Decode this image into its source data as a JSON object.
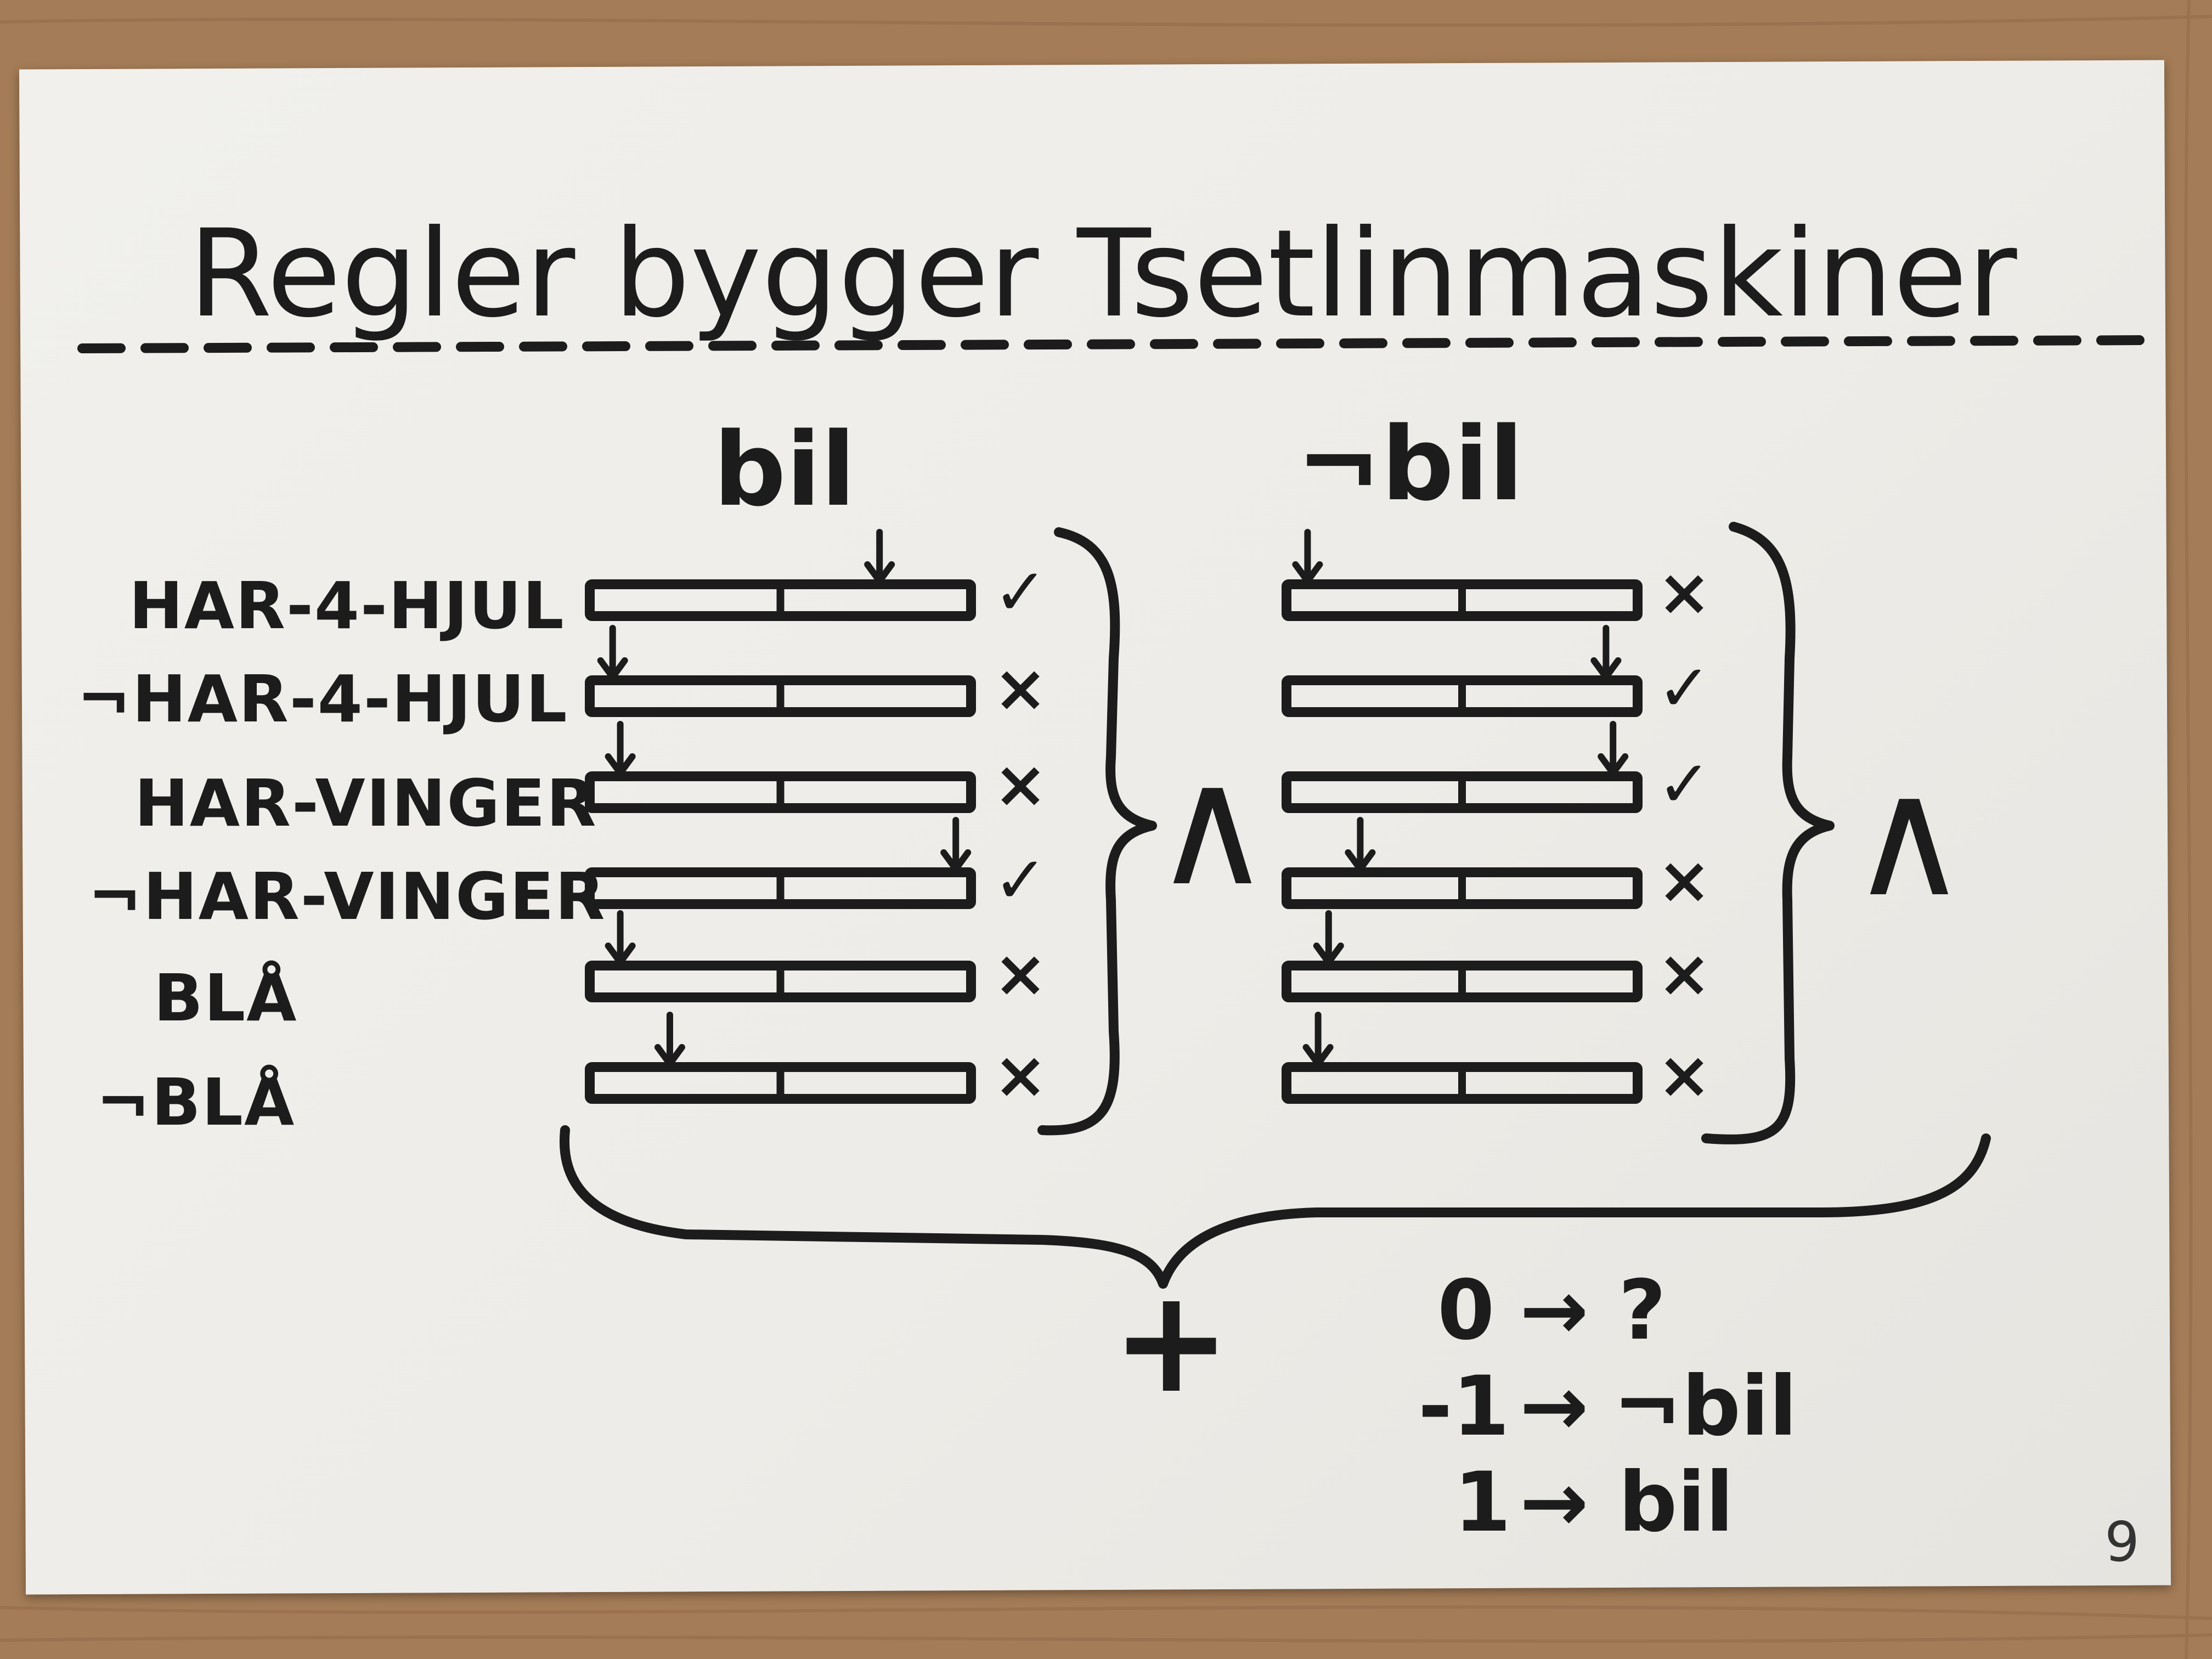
{
  "title": "Regler bygger Tsetlinmaskiner",
  "column_headers": [
    "bil",
    "¬bil"
  ],
  "features": [
    "HAR-4-HJUL",
    "¬HAR-4-HJUL",
    "HAR-VINGER",
    "¬HAR-VINGER",
    "BLÅ",
    "¬BLÅ"
  ],
  "clauses": [
    {
      "header": "bil",
      "arrow_positions": [
        0.76,
        0.06,
        0.08,
        0.96,
        0.08,
        0.21
      ],
      "marks": [
        "✓",
        "×",
        "×",
        "✓",
        "×",
        "×"
      ]
    },
    {
      "header": "¬bil",
      "arrow_positions": [
        0.06,
        0.91,
        0.93,
        0.21,
        0.12,
        0.09
      ],
      "marks": [
        "×",
        "✓",
        "✓",
        "×",
        "×",
        "×"
      ]
    }
  ],
  "conjunction_symbol": "∧",
  "sum_symbol": "+",
  "legend": [
    {
      "input": "0",
      "arrow": "→",
      "output": "?"
    },
    {
      "input": "-1",
      "arrow": "→",
      "output": "¬bil"
    },
    {
      "input": "1",
      "arrow": "→",
      "output": "bil"
    }
  ],
  "page_number": "9",
  "colors": {
    "ink": "#1c1c1c",
    "paper": "#efeeea",
    "wood": "#a9825e"
  }
}
